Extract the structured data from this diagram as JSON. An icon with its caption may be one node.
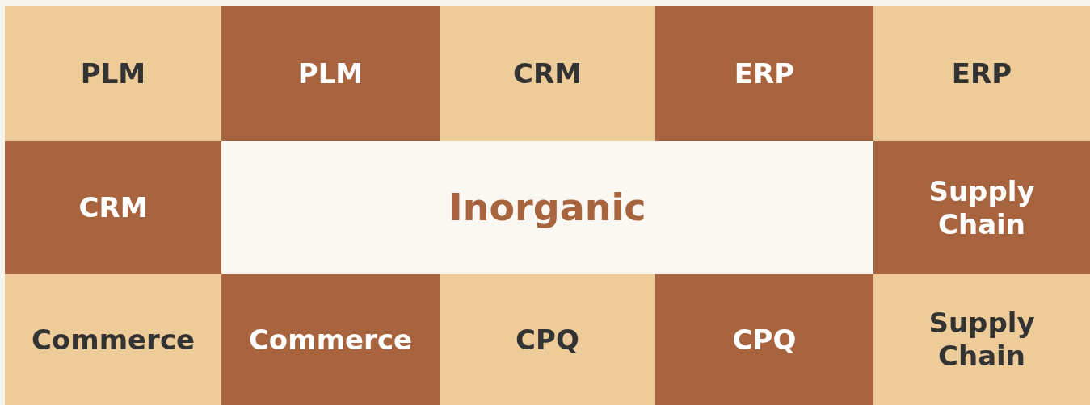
{
  "diagram": {
    "nodes": [
      {
        "text": [
          "PLM"
        ]
      },
      {
        "text": [
          "PLM"
        ]
      },
      {
        "text": [
          "CRM"
        ]
      },
      {
        "text": [
          "ERP"
        ]
      },
      {
        "text": [
          "ERP"
        ]
      },
      {
        "text": [
          "CRM"
        ]
      },
      {
        "text": [
          "Inorganic"
        ]
      },
      {
        "text": [
          "Supply Chain"
        ]
      },
      {
        "text": [
          "Commerce"
        ]
      },
      {
        "text": [
          "Commerce"
        ]
      },
      {
        "text": [
          "CPQ"
        ]
      },
      {
        "text": [
          "CPQ"
        ]
      },
      {
        "text": [
          "Supply Chain"
        ]
      }
    ]
  }
}
